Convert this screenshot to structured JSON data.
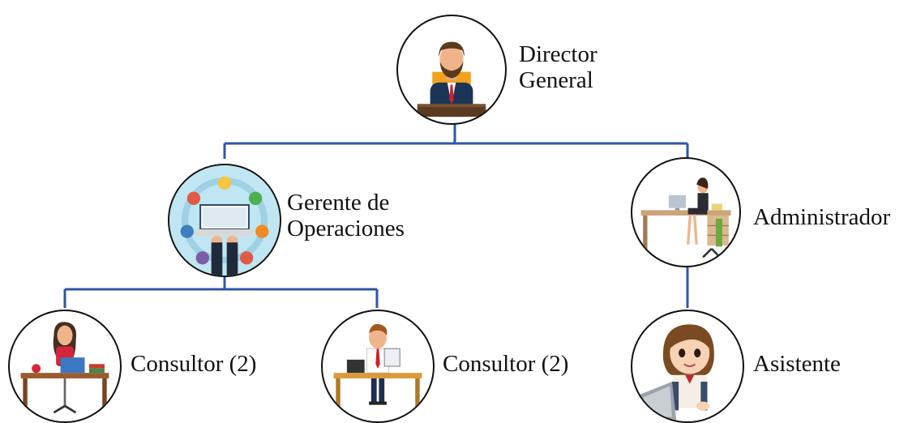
{
  "colors": {
    "connector": "#2f55a4",
    "circle_border": "#111111",
    "text": "#111111"
  },
  "nodes": {
    "director": {
      "line1": "Director",
      "line2": "General",
      "icon": "director-illustration"
    },
    "operations": {
      "line1": "Gerente de",
      "line2": "Operaciones",
      "icon": "operations-illustration"
    },
    "administrator": {
      "label": "Administrador",
      "icon": "administrator-illustration"
    },
    "consultant_a": {
      "label": "Consultor (2)",
      "icon": "consultant-woman-illustration"
    },
    "consultant_b": {
      "label": "Consultor (2)",
      "icon": "consultant-man-illustration"
    },
    "assistant": {
      "label": "Asistente",
      "icon": "assistant-illustration"
    }
  }
}
